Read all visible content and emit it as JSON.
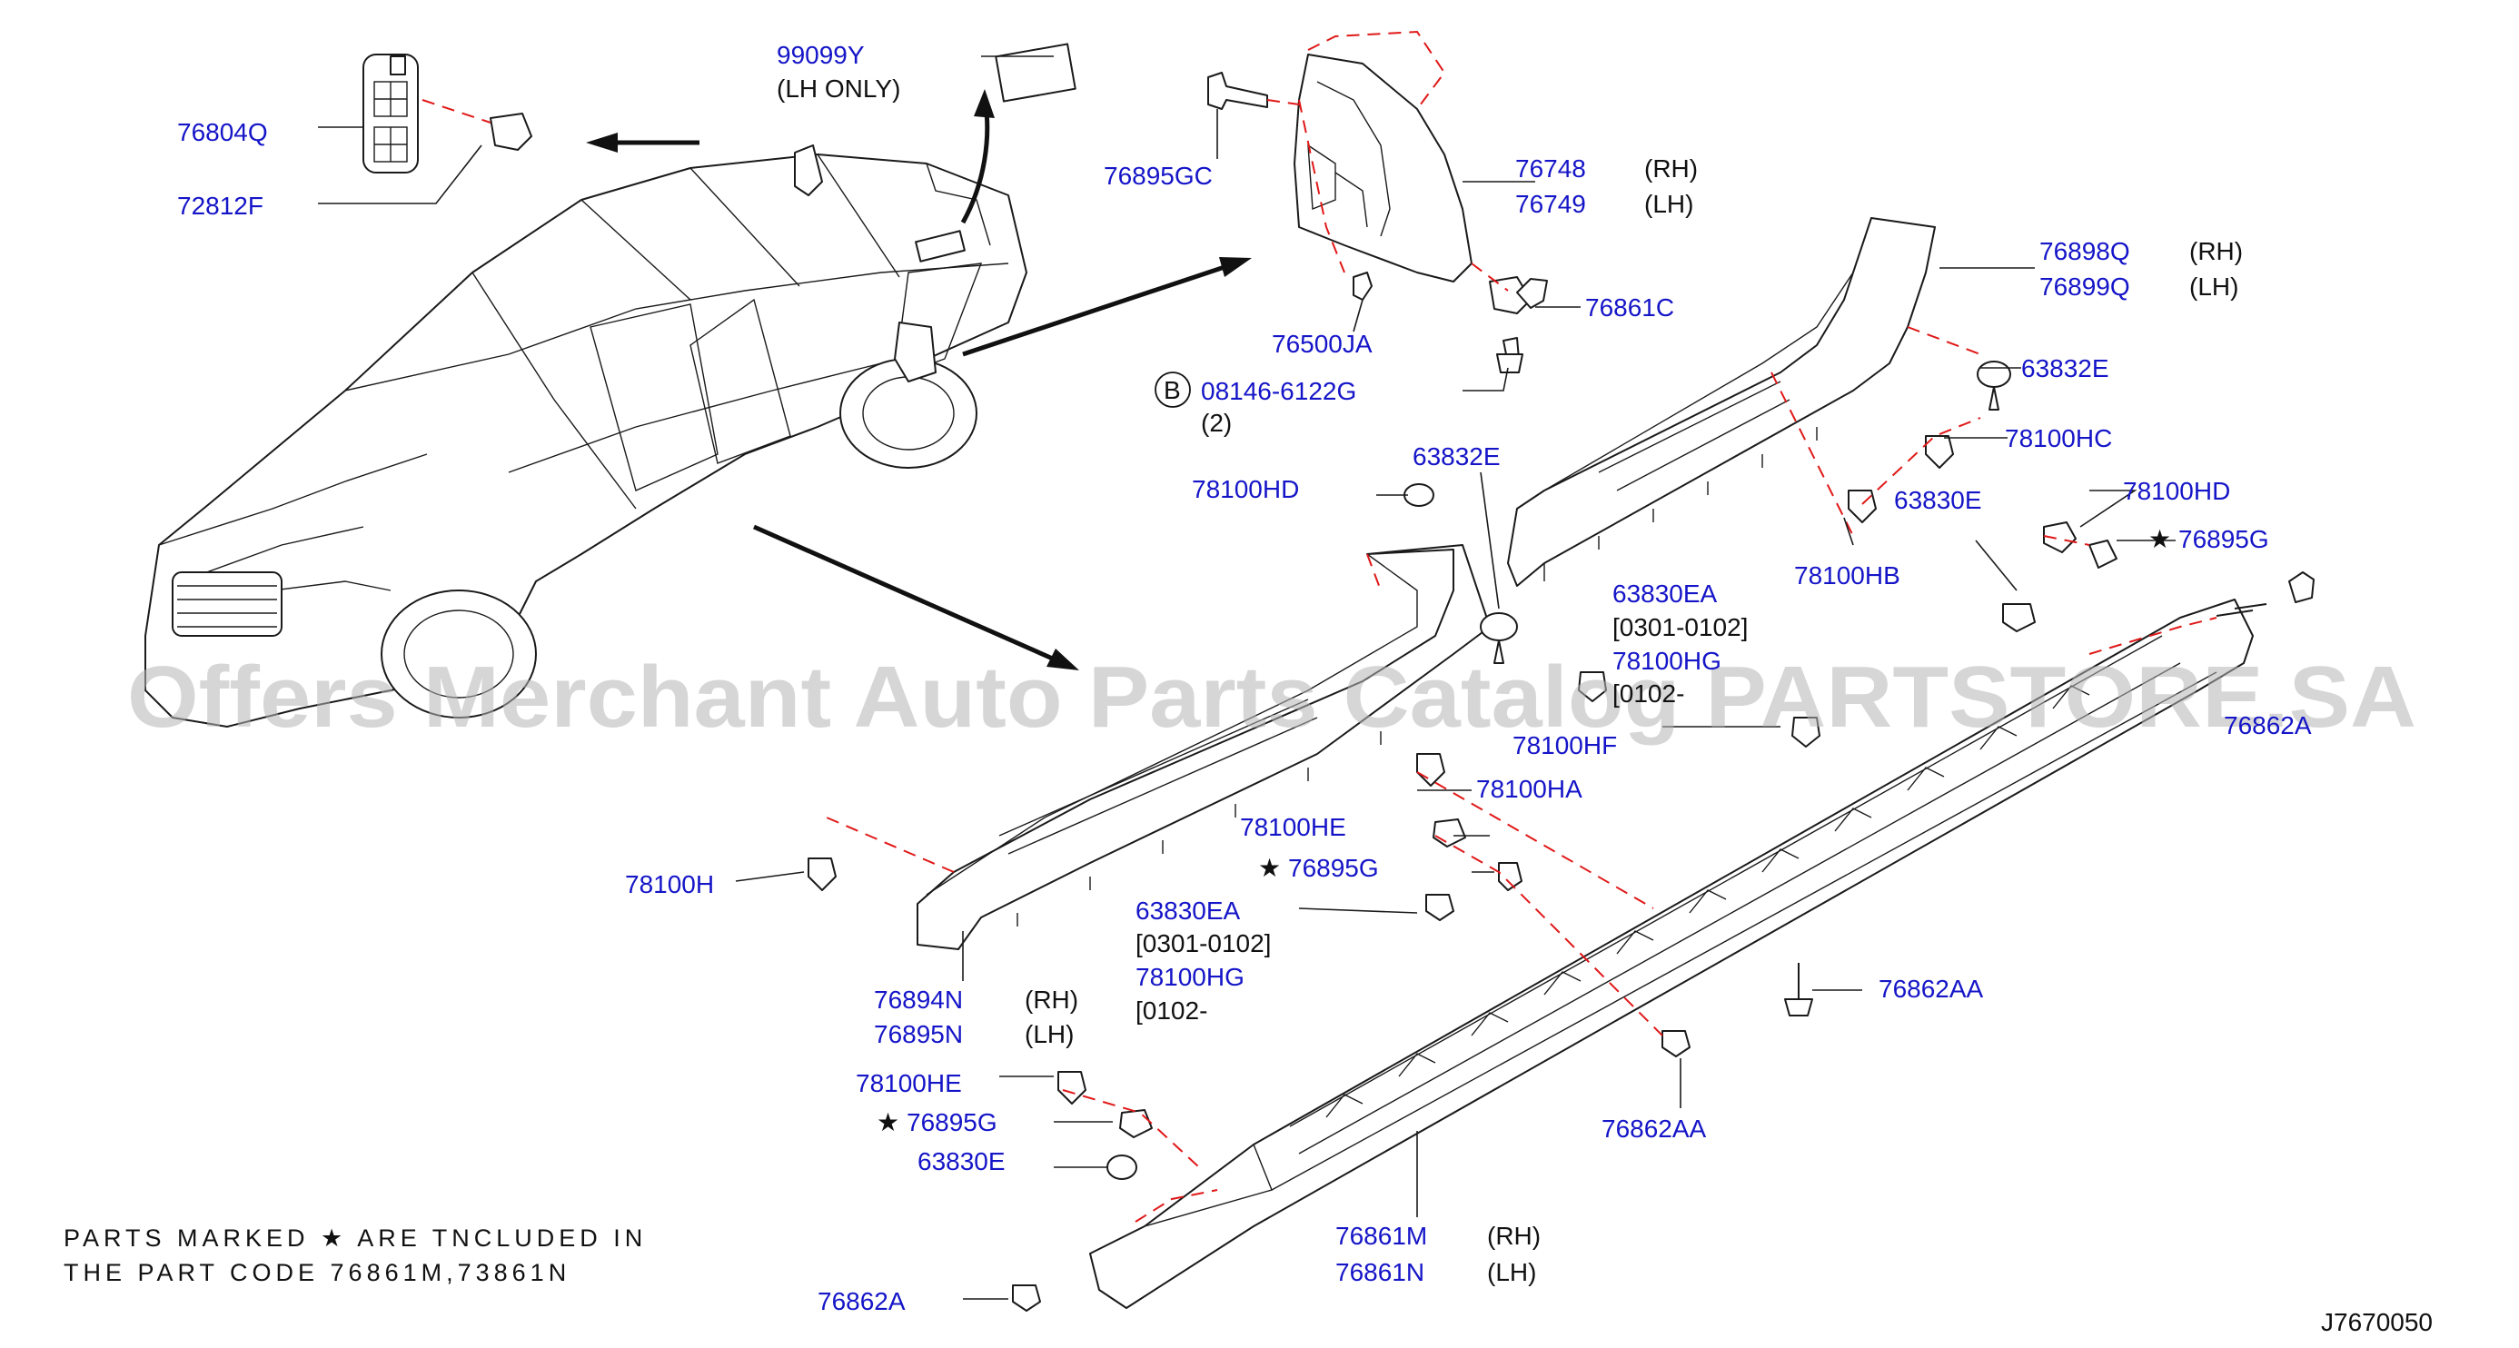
{
  "diagram": {
    "drawing_code": "J7670050",
    "watermark": "Offers Merchant Auto Parts Catalog PARTSTORE.SA",
    "note_lines": [
      "PARTS  MARKED ★    ARE  TNCLUDED  IN",
      "THE  PART  CODE  76861M,73861N"
    ],
    "colors": {
      "part_number": "#1515c8",
      "text": "#111111",
      "dash": "#e01818",
      "watermark": "#b5b5b5"
    },
    "labels": [
      {
        "id": "p99099y",
        "text": "99099Y",
        "sub": "(LH   ONLY)"
      },
      {
        "id": "p76804q",
        "text": "76804Q"
      },
      {
        "id": "p72812f",
        "text": "72812F"
      },
      {
        "id": "p76895gc",
        "text": "76895GC"
      },
      {
        "id": "p76748",
        "text": "76748",
        "side": "(RH)"
      },
      {
        "id": "p76749",
        "text": "76749",
        "side": "(LH)"
      },
      {
        "id": "p76861c",
        "text": "76861C"
      },
      {
        "id": "p76500ja",
        "text": "76500JA"
      },
      {
        "id": "p08146",
        "text": "08146-6122G",
        "badge": "B",
        "sub": "(2)"
      },
      {
        "id": "p76898q",
        "text": "76898Q",
        "side": "(RH)"
      },
      {
        "id": "p76899q",
        "text": "76899Q",
        "side": "(LH)"
      },
      {
        "id": "p63832e_r",
        "text": "63832E"
      },
      {
        "id": "p78100hc",
        "text": "78100HC"
      },
      {
        "id": "p63832e_m",
        "text": "63832E"
      },
      {
        "id": "p78100hd_l",
        "text": "78100HD"
      },
      {
        "id": "p63830e_r",
        "text": "63830E"
      },
      {
        "id": "p78100hd_r",
        "text": "78100HD"
      },
      {
        "id": "p76895g_r",
        "text": "76895G",
        "star": true
      },
      {
        "id": "p78100hb",
        "text": "78100HB"
      },
      {
        "id": "p63830ea_u",
        "text": "63830EA",
        "sub": "[0301-0102]"
      },
      {
        "id": "p78100hg_u",
        "text": "78100HG",
        "sub": "[0102-"
      },
      {
        "id": "p78100hf",
        "text": "78100HF"
      },
      {
        "id": "p76862a_r",
        "text": "76862A"
      },
      {
        "id": "p78100ha",
        "text": "78100HA"
      },
      {
        "id": "p78100he_m",
        "text": "78100HE"
      },
      {
        "id": "p76895g_m",
        "text": "76895G",
        "star": true
      },
      {
        "id": "p78100h",
        "text": "78100H"
      },
      {
        "id": "p63830ea_l",
        "text": "63830EA",
        "sub": "[0301-0102]"
      },
      {
        "id": "p78100hg_l",
        "text": "78100HG",
        "sub": "[0102-"
      },
      {
        "id": "p76894n",
        "text": "76894N",
        "side": "(RH)"
      },
      {
        "id": "p76895n",
        "text": "76895N",
        "side": "(LH)"
      },
      {
        "id": "p76862aa_r",
        "text": "76862AA"
      },
      {
        "id": "p76862aa_m",
        "text": "76862AA"
      },
      {
        "id": "p78100he_l",
        "text": "78100HE"
      },
      {
        "id": "p76895g_l",
        "text": "76895G",
        "star": true
      },
      {
        "id": "p63830e_l",
        "text": "63830E"
      },
      {
        "id": "p76861m",
        "text": "76861M",
        "side": "(RH)"
      },
      {
        "id": "p76861n",
        "text": "76861N",
        "side": "(LH)"
      },
      {
        "id": "p76862a_l",
        "text": "76862A"
      }
    ]
  }
}
